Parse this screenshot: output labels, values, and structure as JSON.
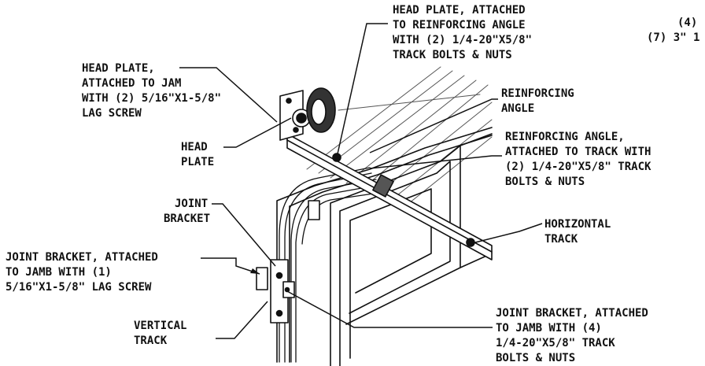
{
  "labels": {
    "head_plate_jam": [
      "HEAD PLATE,",
      "ATTACHED TO JAM",
      "WITH (2) 5/16\"X1-5/8\"",
      "LAG SCREW"
    ],
    "head_plate_reinforcing": [
      "HEAD PLATE, ATTACHED",
      "TO REINFORCING ANGLE",
      "WITH (2) 1/4-20\"X5/8\"",
      "TRACK BOLTS & NUTS"
    ],
    "corner_partial": [
      "(4)",
      "(7) 3\" 1"
    ],
    "reinforcing_angle": [
      "REINFORCING",
      "ANGLE"
    ],
    "reinforcing_angle_attached": [
      "REINFORCING ANGLE,",
      "ATTACHED TO TRACK WITH",
      "(2) 1/4-20\"X5/8\" TRACK",
      "BOLTS & NUTS"
    ],
    "head_plate": [
      "HEAD",
      "PLATE"
    ],
    "joint_bracket": [
      "JOINT",
      "BRACKET"
    ],
    "horizontal_track": [
      "HORIZONTAL",
      "TRACK"
    ],
    "joint_bracket_lag": [
      "JOINT BRACKET, ATTACHED",
      "TO JAMB WITH (1)",
      "5/16\"X1-5/8\" LAG SCREW"
    ],
    "vertical_track": [
      "VERTICAL",
      "TRACK"
    ],
    "joint_bracket_bolts": [
      "JOINT BRACKET, ATTACHED",
      "TO JAMB WITH (4)",
      "1/4-20\"X5/8\" TRACK",
      "BOLTS & NUTS"
    ]
  },
  "colors": {
    "ink": "#111111",
    "hatch": "#555555",
    "background": "#ffffff"
  }
}
